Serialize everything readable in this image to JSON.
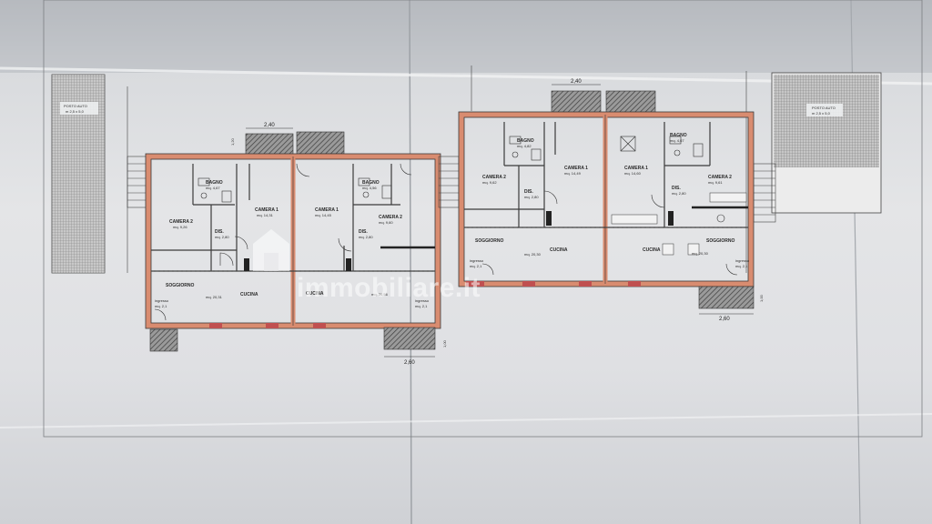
{
  "watermark": "immobiliare.it",
  "colors": {
    "wall": "#d98c70",
    "hatch": "#7a7a7a",
    "paper": "#e2e3e5"
  },
  "left_plan": {
    "car_spot": {
      "line1": "POSTO AUTO",
      "line2": "m 2,5 x 5,0"
    },
    "dims": {
      "top_width": "2,40",
      "bottom_width": "2,60",
      "right_offset": "1,00",
      "side_height": "1,20"
    },
    "unit_a": {
      "camera2": {
        "label": "CAMERA 2",
        "area": "mq. 9,26"
      },
      "bagno": {
        "label": "BAGNO",
        "area": "mq. 4,67"
      },
      "camera1": {
        "label": "CAMERA 1",
        "area": "mq. 14,31"
      },
      "dis": {
        "label": "DIS.",
        "area": "mq. 2,80"
      },
      "soggiorno": {
        "label": "SOGGIORNO"
      },
      "cucina": {
        "label": "CUCINA",
        "area": "mq. 20,31"
      },
      "ingresso": {
        "label": "ingresso",
        "area": "mq. 2,1"
      }
    },
    "unit_b": {
      "camera1": {
        "label": "CAMERA 1",
        "area": "mq. 14,45"
      },
      "bagno": {
        "label": "BAGNO",
        "area": "mq. 4,56"
      },
      "camera2": {
        "label": "CAMERA 2",
        "area": "mq. 9,60"
      },
      "dis": {
        "label": "DIS.",
        "area": "mq. 2,80"
      },
      "cucina": {
        "label": "CUCINA",
        "area": "mq. 20,56"
      },
      "ingresso": {
        "label": "ingresso",
        "area": "mq. 2,1"
      }
    }
  },
  "right_plan": {
    "car_spot": {
      "line1": "POSTO AUTO",
      "line2": "m 2,5 x 5,0"
    },
    "dims": {
      "top_width": "2,40",
      "bottom_width": "2,60",
      "right_offset": "1,00"
    },
    "unit_c": {
      "camera2": {
        "label": "CAMERA 2",
        "area": "mq. 9,62"
      },
      "bagno": {
        "label": "BAGNO",
        "area": "mq. 4,82"
      },
      "camera1": {
        "label": "CAMERA 1",
        "area": "mq. 14,49"
      },
      "dis": {
        "label": "DIS.",
        "area": "mq. 2,80"
      },
      "soggiorno": {
        "label": "SOGGIORNO"
      },
      "cucina": {
        "label": "CUCINA",
        "area": "mq. 20,30"
      },
      "ingresso": {
        "label": "ingresso",
        "area": "mq. 2,1"
      }
    },
    "unit_d": {
      "camera1": {
        "label": "CAMERA 1",
        "area": "mq. 14,60"
      },
      "bagno": {
        "label": "BAGNO",
        "area": "mq. 4,67"
      },
      "camera2": {
        "label": "CAMERA 2",
        "area": "mq. 9,61"
      },
      "dis": {
        "label": "DIS.",
        "area": "mq. 2,80"
      },
      "soggiorno": {
        "label": "SOGGIORNO"
      },
      "cucina": {
        "label": "CUCINA",
        "area": "mq. 20,30"
      },
      "ingresso": {
        "label": "ingresso",
        "area": "mq. 2,1"
      }
    }
  }
}
